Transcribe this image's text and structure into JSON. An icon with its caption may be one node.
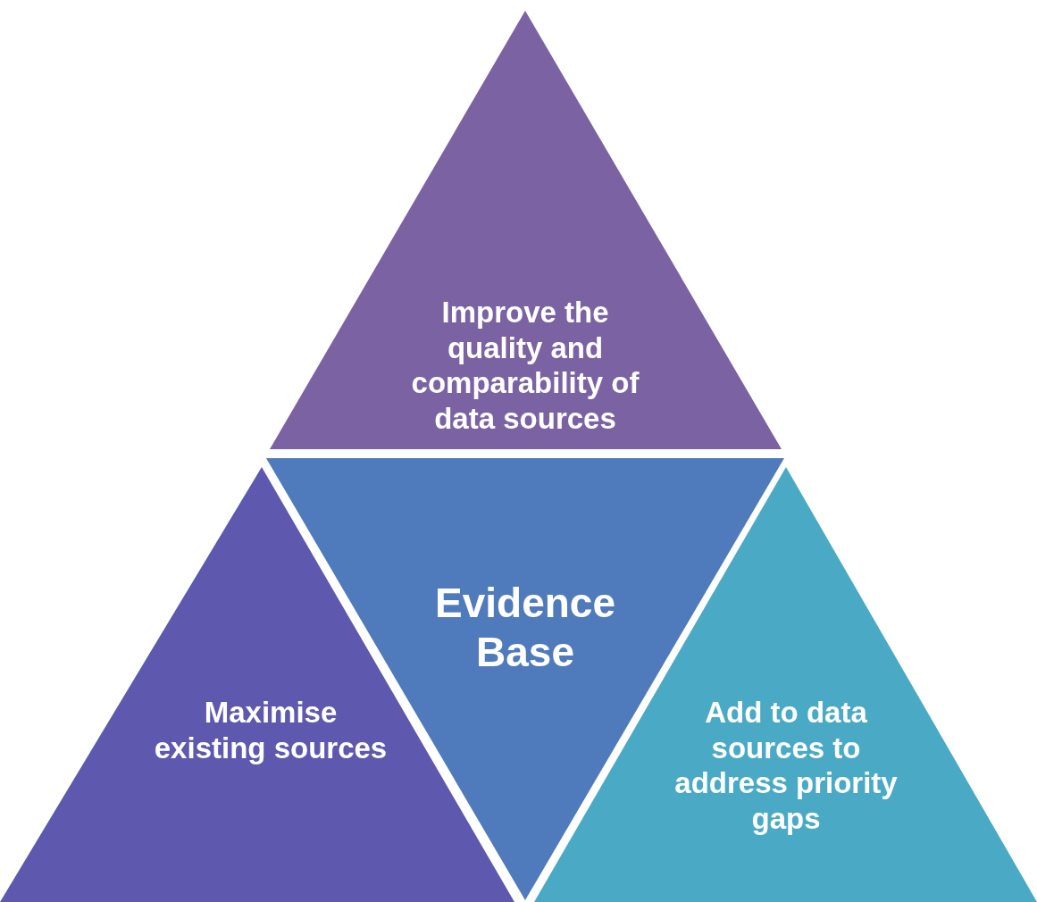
{
  "diagram": {
    "nodes": [
      {
        "text": [
          "Improve the quality and comparability of data sources"
        ]
      },
      {
        "text": [
          "Evidence Base"
        ]
      },
      {
        "text": [
          "Maximise existing sources"
        ]
      },
      {
        "text": [
          "Add to data sources to address priority gaps"
        ]
      }
    ]
  }
}
